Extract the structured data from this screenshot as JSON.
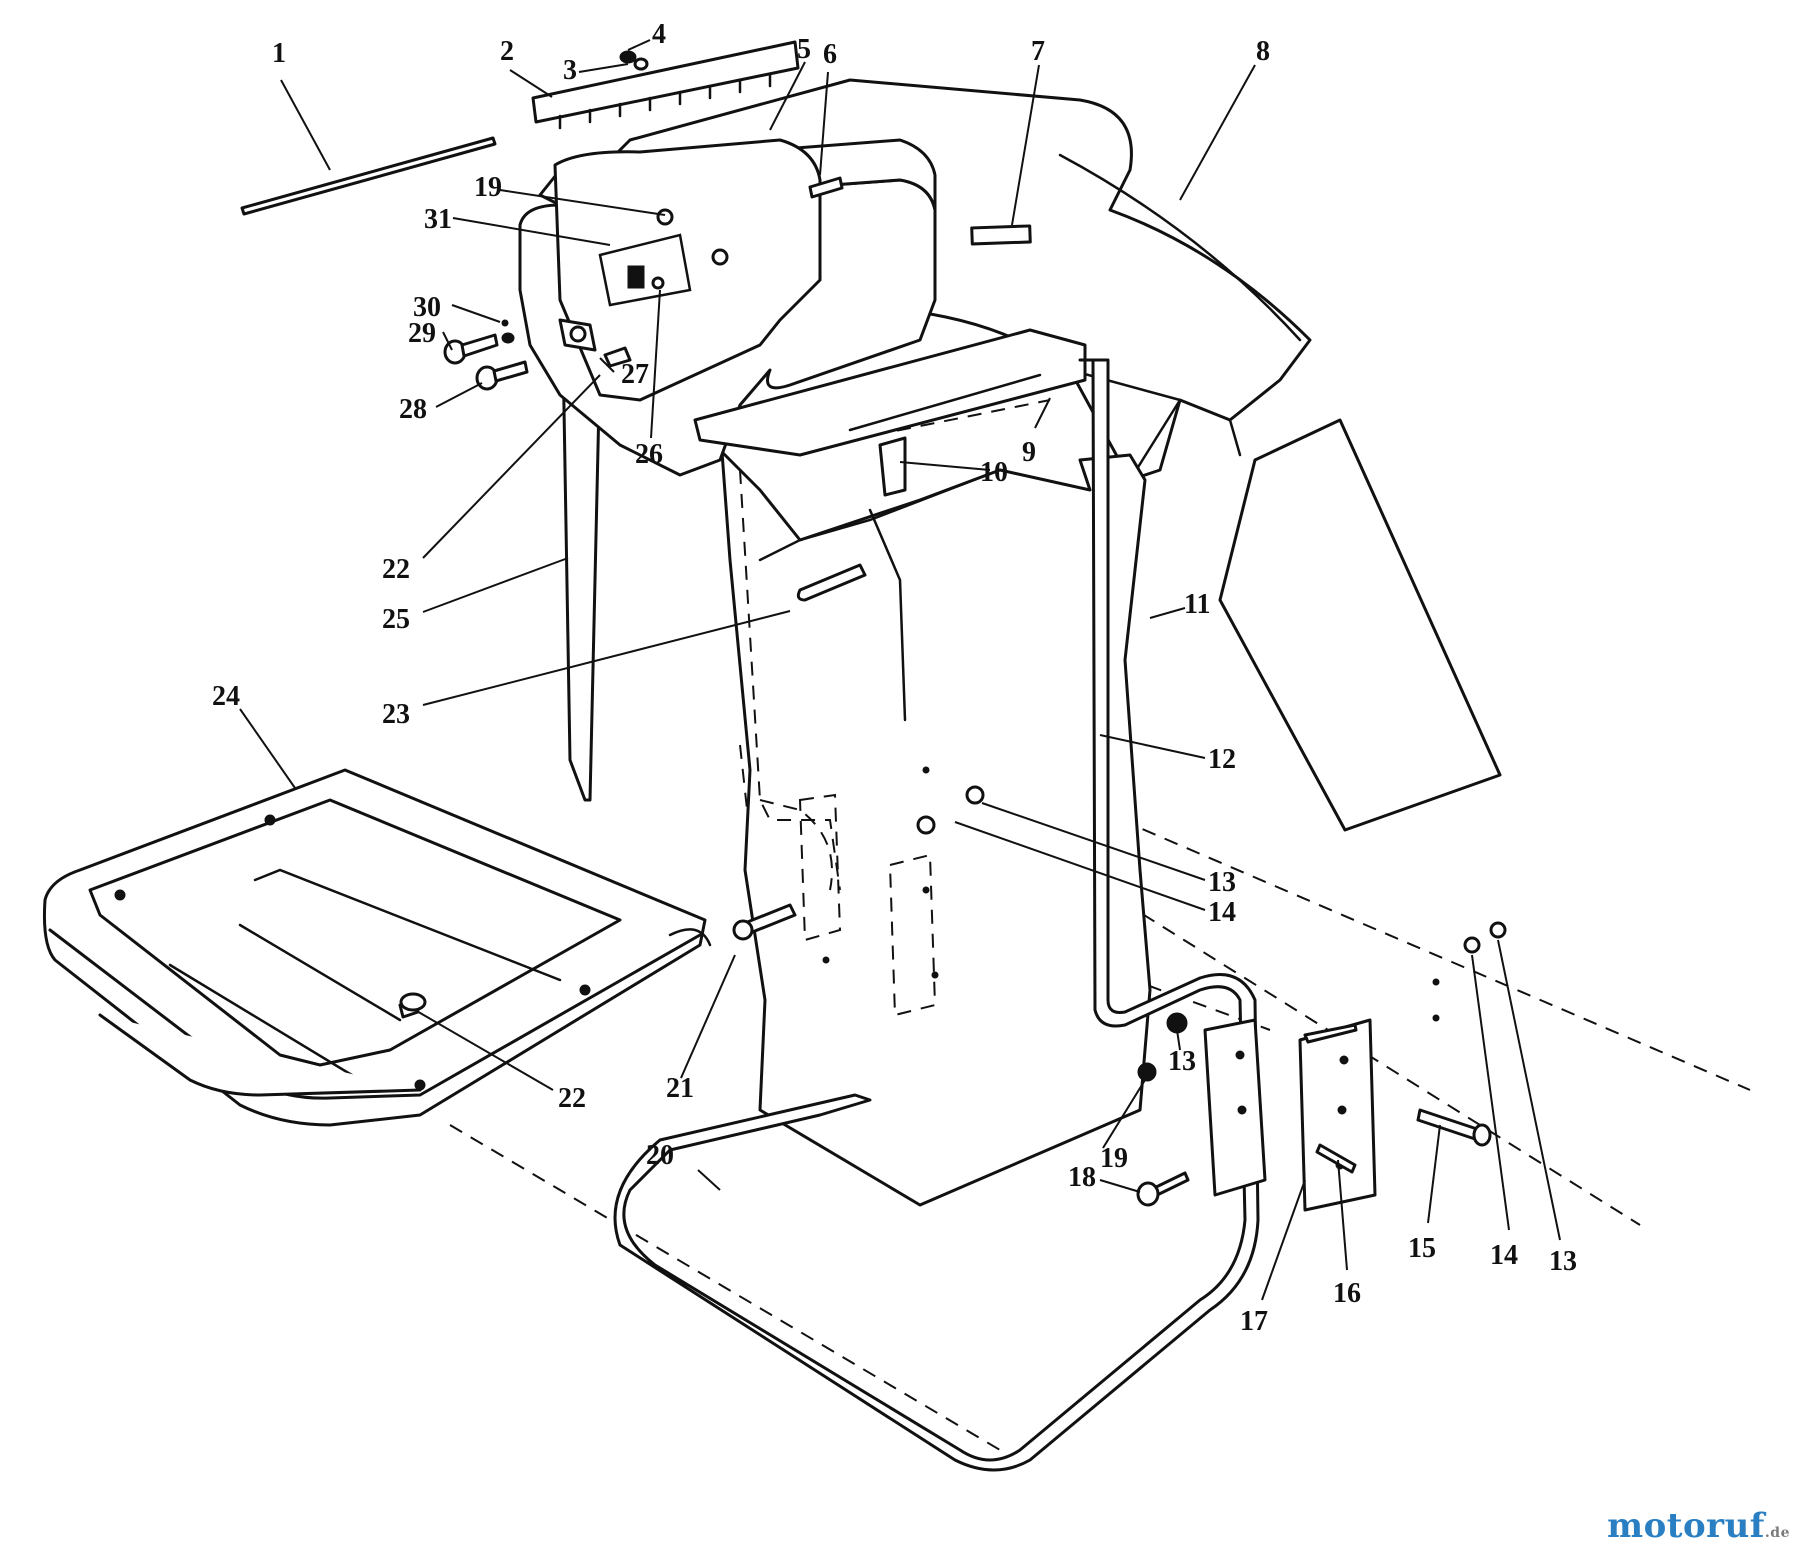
{
  "diagram": {
    "callouts": [
      "1",
      "2",
      "3",
      "4",
      "5",
      "6",
      "7",
      "8",
      "19",
      "31",
      "30",
      "29",
      "28",
      "27",
      "26",
      "9",
      "10",
      "22",
      "25",
      "11",
      "23",
      "12",
      "24",
      "13",
      "14",
      "21",
      "22",
      "13",
      "19",
      "20",
      "18",
      "17",
      "16",
      "15",
      "14",
      "13"
    ]
  },
  "watermark": {
    "brand": "motoruf",
    "tld": ".de"
  }
}
